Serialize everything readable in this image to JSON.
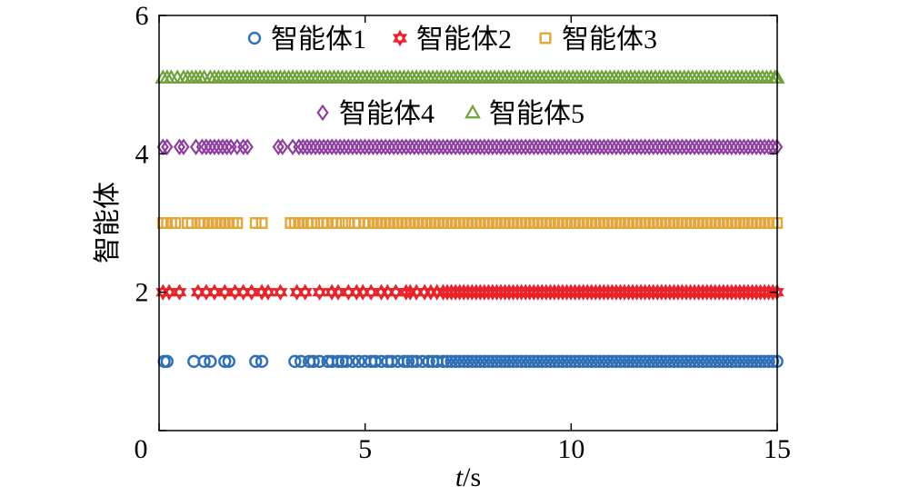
{
  "chart_data": {
    "type": "scatter",
    "xlabel": "t/s",
    "ylabel": "智能体",
    "xlim": [
      0,
      15
    ],
    "ylim": [
      0,
      6
    ],
    "x_ticks": [
      "0",
      "5",
      "10",
      "15"
    ],
    "y_ticks": [
      "2",
      "4",
      "6"
    ],
    "grid": false,
    "legend_position": "top",
    "series": [
      {
        "name": "智能体1",
        "y": 1,
        "marker": "circle",
        "color": "#2e6fb5",
        "x": [
          0.08,
          0.15,
          0.8,
          1.05,
          1.2,
          1.55,
          1.65,
          2.3,
          2.45,
          3.25,
          3.4,
          3.6,
          3.7,
          3.85,
          4.05,
          4.15,
          4.3,
          4.4,
          4.5,
          4.65,
          4.8,
          4.95,
          5.1,
          5.2,
          5.35,
          5.5,
          5.6,
          5.75,
          5.9,
          6.0,
          6.1,
          6.2,
          6.35,
          6.5,
          6.6,
          6.7,
          6.85,
          6.95,
          7.05,
          7.15,
          7.25,
          7.35,
          7.45,
          7.55,
          7.65,
          7.75,
          7.85,
          7.95,
          8.05,
          8.15,
          8.25,
          8.35,
          8.45,
          8.55,
          8.65,
          8.75,
          8.85,
          8.95,
          9.05,
          9.15,
          9.25,
          9.35,
          9.45,
          9.55,
          9.65,
          9.75,
          9.85,
          9.95,
          10.05,
          10.15,
          10.25,
          10.35,
          10.45,
          10.55,
          10.65,
          10.75,
          10.85,
          10.95,
          11.05,
          11.15,
          11.25,
          11.35,
          11.45,
          11.55,
          11.65,
          11.75,
          11.85,
          11.95,
          12.05,
          12.15,
          12.25,
          12.35,
          12.45,
          12.55,
          12.65,
          12.75,
          12.85,
          12.95,
          13.05,
          13.15,
          13.25,
          13.35,
          13.45,
          13.55,
          13.65,
          13.75,
          13.85,
          13.95,
          14.05,
          14.15,
          14.25,
          14.35,
          14.45,
          14.55,
          14.65,
          14.75,
          14.85,
          14.95
        ]
      },
      {
        "name": "智能体2",
        "y": 2,
        "marker": "hexagram",
        "color": "#e8232a",
        "x": [
          0.05,
          0.2,
          0.45,
          0.9,
          1.1,
          1.3,
          1.55,
          1.8,
          2.0,
          2.2,
          2.45,
          2.6,
          2.9,
          3.3,
          3.5,
          3.85,
          4.15,
          4.3,
          4.55,
          4.75,
          4.9,
          5.1,
          5.35,
          5.5,
          5.7,
          5.95,
          6.05,
          6.2,
          6.4,
          6.55,
          6.7,
          6.85,
          6.95,
          7.05,
          7.15,
          7.25,
          7.35,
          7.45,
          7.55,
          7.65,
          7.75,
          7.85,
          7.95,
          8.05,
          8.15,
          8.25,
          8.35,
          8.45,
          8.55,
          8.65,
          8.75,
          8.85,
          8.95,
          9.05,
          9.15,
          9.25,
          9.35,
          9.45,
          9.55,
          9.65,
          9.75,
          9.85,
          9.95,
          10.05,
          10.15,
          10.25,
          10.35,
          10.45,
          10.55,
          10.65,
          10.75,
          10.85,
          10.95,
          11.05,
          11.15,
          11.25,
          11.35,
          11.45,
          11.55,
          11.65,
          11.75,
          11.85,
          11.95,
          12.05,
          12.15,
          12.25,
          12.35,
          12.45,
          12.55,
          12.65,
          12.75,
          12.85,
          12.95,
          13.05,
          13.15,
          13.25,
          13.35,
          13.45,
          13.55,
          13.65,
          13.75,
          13.85,
          13.95,
          14.05,
          14.15,
          14.25,
          14.35,
          14.45,
          14.55,
          14.65,
          14.75,
          14.85,
          14.95
        ]
      },
      {
        "name": "智能体3",
        "y": 3,
        "marker": "square",
        "color": "#e3a63b",
        "x": [
          0.05,
          0.15,
          0.25,
          0.35,
          0.65,
          0.75,
          0.95,
          1.05,
          1.15,
          1.25,
          1.35,
          1.45,
          1.55,
          1.65,
          1.75,
          1.85,
          2.3,
          2.45,
          3.15,
          3.25,
          3.35,
          3.45,
          3.55,
          3.65,
          3.8,
          3.95,
          4.05,
          4.15,
          4.25,
          4.4,
          4.55,
          4.7,
          4.8,
          4.95,
          5.05,
          5.15,
          5.25,
          5.35,
          5.45,
          5.55,
          5.65,
          5.75,
          5.85,
          5.95,
          6.05,
          6.15,
          6.25,
          6.35,
          6.45,
          6.55,
          6.65,
          6.75,
          6.85,
          6.95,
          7.05,
          7.15,
          7.25,
          7.35,
          7.45,
          7.55,
          7.65,
          7.75,
          7.85,
          7.95,
          8.05,
          8.15,
          8.25,
          8.35,
          8.45,
          8.55,
          8.65,
          8.75,
          8.85,
          8.95,
          9.05,
          9.15,
          9.25,
          9.35,
          9.45,
          9.55,
          9.65,
          9.75,
          9.85,
          9.95,
          10.05,
          10.15,
          10.25,
          10.35,
          10.45,
          10.55,
          10.65,
          10.75,
          10.85,
          10.95,
          11.05,
          11.15,
          11.25,
          11.35,
          11.45,
          11.55,
          11.65,
          11.75,
          11.85,
          11.95,
          12.05,
          12.15,
          12.25,
          12.35,
          12.45,
          12.55,
          12.65,
          12.75,
          12.85,
          12.95,
          13.05,
          13.15,
          13.25,
          13.35,
          13.45,
          13.55,
          13.65,
          13.75,
          13.85,
          13.95,
          14.05,
          14.15,
          14.25,
          14.35,
          14.45,
          14.55,
          14.65,
          14.75,
          14.85,
          14.95
        ]
      },
      {
        "name": "智能体4",
        "y": 4.1,
        "marker": "diamond",
        "color": "#8e3fa0",
        "x": [
          0.05,
          0.15,
          0.45,
          0.55,
          0.85,
          1.0,
          1.1,
          1.2,
          1.3,
          1.4,
          1.5,
          1.6,
          1.7,
          1.85,
          2.0,
          2.1,
          2.85,
          2.95,
          3.2,
          3.35,
          3.45,
          3.55,
          3.65,
          3.75,
          3.85,
          3.95,
          4.05,
          4.15,
          4.25,
          4.35,
          4.45,
          4.55,
          4.65,
          4.75,
          4.85,
          4.95,
          5.05,
          5.15,
          5.25,
          5.35,
          5.45,
          5.55,
          5.65,
          5.75,
          5.85,
          5.95,
          6.05,
          6.15,
          6.25,
          6.35,
          6.45,
          6.55,
          6.65,
          6.75,
          6.85,
          6.95,
          7.05,
          7.15,
          7.25,
          7.35,
          7.45,
          7.55,
          7.65,
          7.75,
          7.85,
          7.95,
          8.05,
          8.15,
          8.25,
          8.35,
          8.45,
          8.55,
          8.65,
          8.75,
          8.85,
          8.95,
          9.05,
          9.15,
          9.25,
          9.35,
          9.45,
          9.55,
          9.65,
          9.75,
          9.85,
          9.95,
          10.05,
          10.15,
          10.25,
          10.35,
          10.45,
          10.55,
          10.65,
          10.75,
          10.85,
          10.95,
          11.05,
          11.15,
          11.25,
          11.35,
          11.45,
          11.55,
          11.65,
          11.75,
          11.85,
          11.95,
          12.05,
          12.15,
          12.25,
          12.35,
          12.45,
          12.55,
          12.65,
          12.75,
          12.85,
          12.95,
          13.05,
          13.15,
          13.25,
          13.35,
          13.45,
          13.55,
          13.65,
          13.75,
          13.85,
          13.95,
          14.05,
          14.15,
          14.25,
          14.35,
          14.45,
          14.55,
          14.65,
          14.75,
          14.85,
          14.95
        ]
      },
      {
        "name": "智能体5",
        "y": 5.1,
        "marker": "triangle",
        "color": "#6fa23b",
        "x": [
          0.05,
          0.15,
          0.25,
          0.4,
          0.55,
          0.65,
          0.75,
          0.85,
          0.95,
          1.05,
          1.2,
          1.3,
          1.4,
          1.5,
          1.6,
          1.7,
          1.8,
          1.9,
          2.0,
          2.1,
          2.2,
          2.3,
          2.4,
          2.5,
          2.6,
          2.7,
          2.8,
          2.9,
          3.0,
          3.1,
          3.2,
          3.3,
          3.4,
          3.5,
          3.6,
          3.7,
          3.8,
          3.9,
          4.0,
          4.1,
          4.2,
          4.3,
          4.4,
          4.5,
          4.6,
          4.7,
          4.8,
          4.9,
          5.0,
          5.1,
          5.2,
          5.3,
          5.4,
          5.5,
          5.6,
          5.7,
          5.8,
          5.9,
          6.0,
          6.1,
          6.2,
          6.3,
          6.4,
          6.5,
          6.6,
          6.7,
          6.8,
          6.9,
          7.0,
          7.1,
          7.2,
          7.3,
          7.4,
          7.5,
          7.6,
          7.7,
          7.8,
          7.9,
          8.0,
          8.1,
          8.2,
          8.3,
          8.4,
          8.5,
          8.6,
          8.7,
          8.8,
          8.9,
          9.0,
          9.1,
          9.2,
          9.3,
          9.4,
          9.5,
          9.6,
          9.7,
          9.8,
          9.9,
          10.0,
          10.1,
          10.2,
          10.3,
          10.4,
          10.5,
          10.6,
          10.7,
          10.8,
          10.9,
          11.0,
          11.1,
          11.2,
          11.3,
          11.4,
          11.5,
          11.6,
          11.7,
          11.8,
          11.9,
          12.0,
          12.1,
          12.2,
          12.3,
          12.4,
          12.5,
          12.6,
          12.7,
          12.8,
          12.9,
          13.0,
          13.1,
          13.2,
          13.3,
          13.4,
          13.5,
          13.6,
          13.7,
          13.8,
          13.9,
          14.0,
          14.1,
          14.2,
          14.3,
          14.4,
          14.5,
          14.6,
          14.7,
          14.8,
          14.9,
          14.95
        ]
      }
    ],
    "legend_rows": [
      [
        0,
        1,
        2
      ],
      [
        3,
        4
      ]
    ]
  }
}
